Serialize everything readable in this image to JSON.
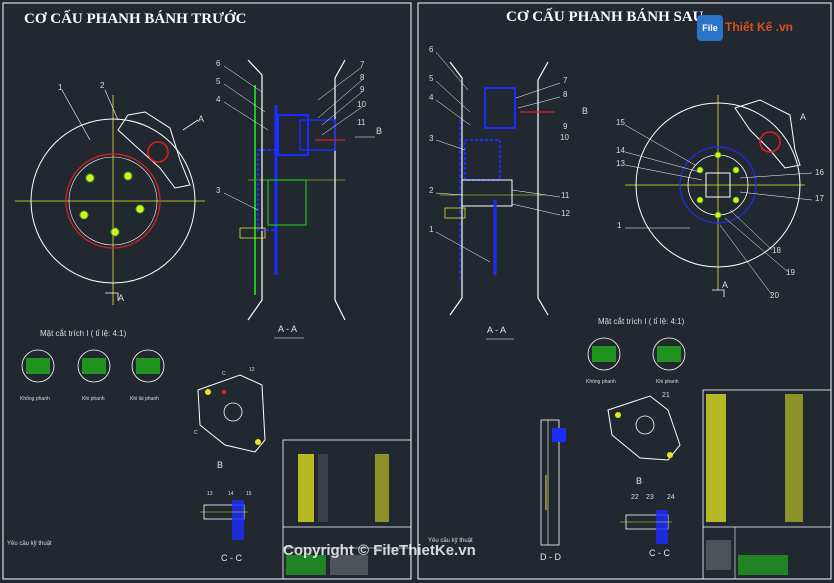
{
  "left_sheet": {
    "title": "CƠ CẤU PHANH BÁNH TRƯỚC",
    "section_aa": "A - A",
    "section_b": "B",
    "section_cc": "C - C",
    "detail_caption": "Mặt cắt trích I ( tỉ lệ: 4:1)",
    "detail_labels": [
      "Không phanh",
      "Khi phanh",
      "Khi lái phanh"
    ],
    "requirement_label": "Yêu cầu kỹ thuật",
    "disc_callouts": [
      "1",
      "2"
    ],
    "section_callouts": [
      "6",
      "5",
      "4",
      "3",
      "7",
      "8",
      "9",
      "10",
      "11"
    ],
    "view_b_callouts": [
      "12"
    ],
    "view_cc_callouts": [
      "13",
      "14",
      "15"
    ],
    "view_marks": [
      "A",
      "A",
      "B",
      "C",
      "C"
    ]
  },
  "right_sheet": {
    "title": "CƠ CẤU PHANH BÁNH SAU",
    "section_aa": "A - A",
    "section_b": "B",
    "section_cc": "C - C",
    "section_dd": "D - D",
    "detail_caption": "Mặt cắt trích I ( tỉ lệ: 4:1)",
    "detail_labels": [
      "Không phanh",
      "Khi phanh"
    ],
    "requirement_label": "Yêu cầu kỹ thuật",
    "section_callouts": [
      "6",
      "5",
      "4",
      "3",
      "2",
      "1",
      "7",
      "8",
      "B",
      "9",
      "10",
      "11",
      "12"
    ],
    "disc_callouts": [
      "15",
      "14",
      "13",
      "16",
      "17",
      "1",
      "18",
      "19",
      "20"
    ],
    "view_b_callouts": [
      "21"
    ],
    "view_cc_callouts": [
      "22",
      "23",
      "24"
    ],
    "view_marks": [
      "A",
      "A"
    ]
  },
  "watermark": "Copyright © FileThietKe.vn",
  "logo": {
    "letter": "File",
    "text": "Thiết Kế .vn"
  },
  "colors": {
    "background": "#212830",
    "blue": "#1a2cff",
    "cyan": "#21c0e8",
    "green": "#22c01a",
    "red": "#e02020",
    "yellow": "#e8e820"
  }
}
